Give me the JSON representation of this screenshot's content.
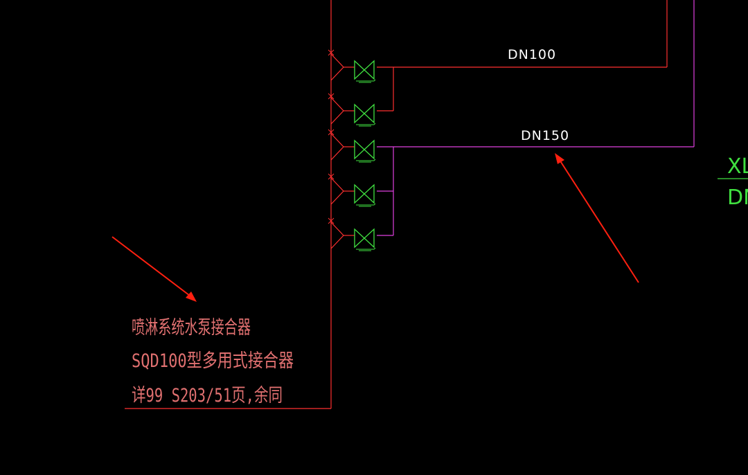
{
  "drawing": {
    "background_color": "#000000",
    "colors": {
      "red_pipe": "#ff3030",
      "magenta_pipe": "#e040e0",
      "valve_green": "#40e040",
      "label_white": "#ffffff",
      "note_text": "#e07070",
      "arrow": "#ff2010"
    },
    "labels": {
      "dn100": "DN100",
      "dn150": "DN150"
    },
    "note": {
      "line1": "喷淋系统水泵接合器",
      "line2": "SQD100型多用式接合器",
      "line3": "详99 S203/51页,余同"
    },
    "edge_tag": {
      "top": "XL",
      "bottom": "DN"
    },
    "symbols": {
      "valve_icon": "check-valve-icon",
      "inlet_icon": "hose-inlet-icon",
      "arrow_icon": "red-arrow-icon"
    }
  }
}
